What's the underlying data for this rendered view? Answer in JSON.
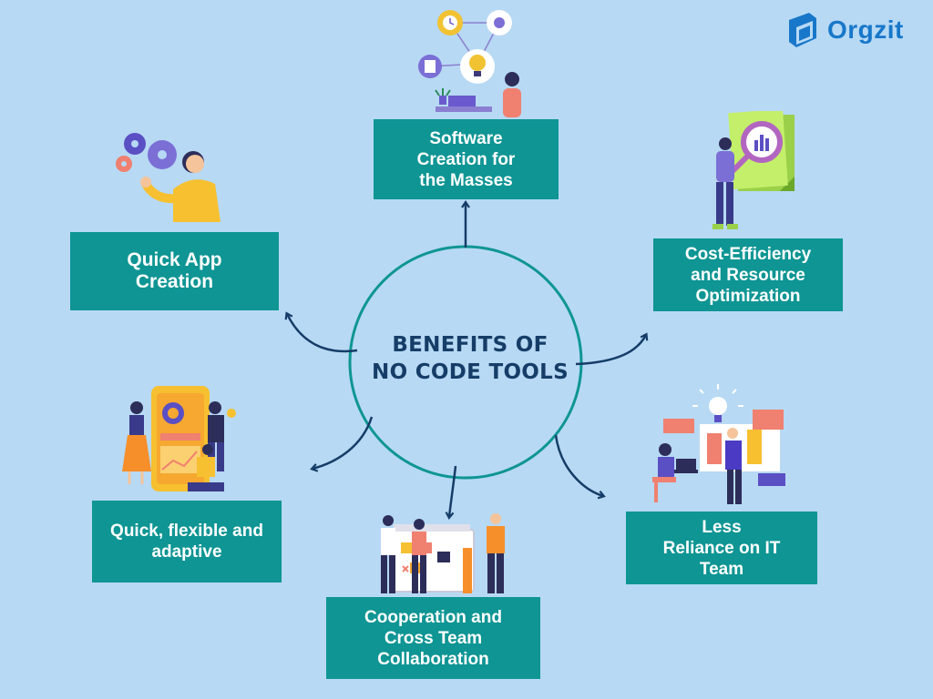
{
  "brand": {
    "name": "Orgzit",
    "color": "#1877c9"
  },
  "center": {
    "title": "BENEFITS OF\nNO CODE TOOLS"
  },
  "benefits": [
    {
      "label": "Software\nCreation for\nthe Masses"
    },
    {
      "label": "Cost-Efficiency\nand Resource\nOptimization"
    },
    {
      "label": "Less\nReliance on IT\nTeam"
    },
    {
      "label": "Cooperation and\nCross Team\nCollaboration"
    },
    {
      "label": "Quick, flexible and\nadaptive"
    },
    {
      "label": "Quick App\nCreation"
    }
  ],
  "colors": {
    "background": "#b7d9f4",
    "box": "#0e9594",
    "circle": "#0e9594",
    "arrow": "#153d67",
    "title": "#153d67"
  }
}
